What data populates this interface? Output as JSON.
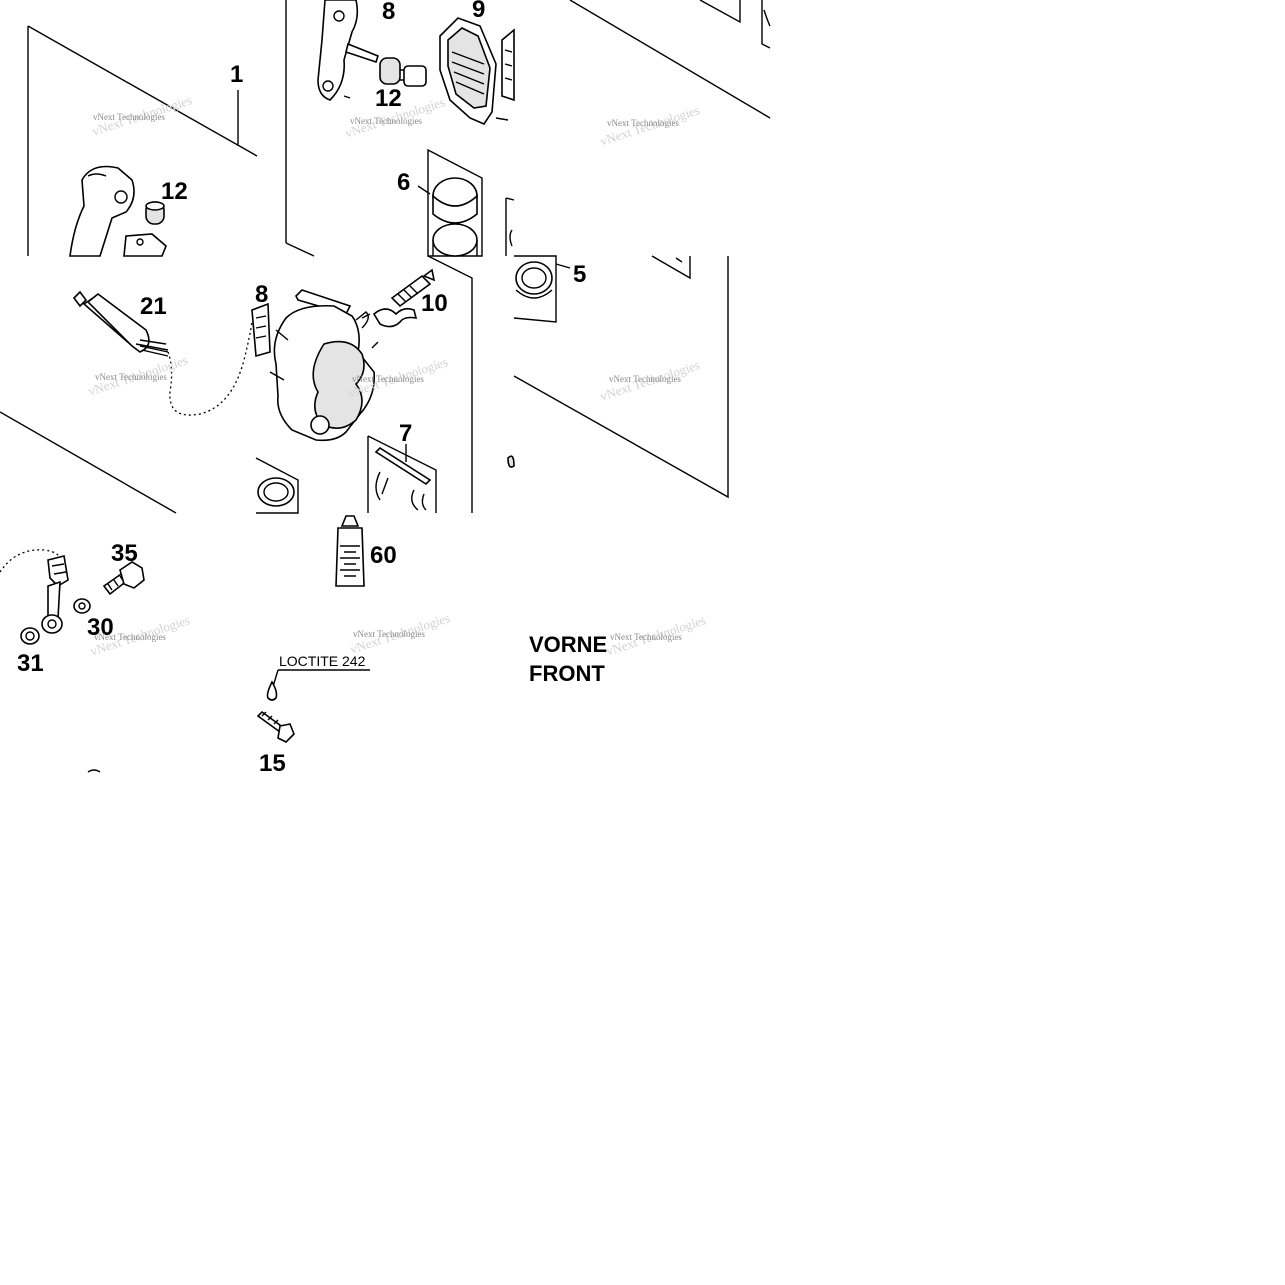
{
  "labels": {
    "p1": "1",
    "p5": "5",
    "p6": "6",
    "p7": "7",
    "p8a": "8",
    "p8b": "8",
    "p9": "9",
    "p10": "10",
    "p12a": "12",
    "p12b": "12",
    "p15": "15",
    "p21": "21",
    "p30": "30",
    "p31": "31",
    "p35": "35",
    "p60": "60"
  },
  "note": "LOCTITE 242",
  "direction": {
    "line1": "VORNE",
    "line2": "FRONT"
  },
  "watermark": {
    "small": "vNext Technologies",
    "big": "vNext Technologies"
  },
  "colors": {
    "ink": "#000000",
    "paper": "#ffffff",
    "watermark": "#8a8a8a"
  }
}
